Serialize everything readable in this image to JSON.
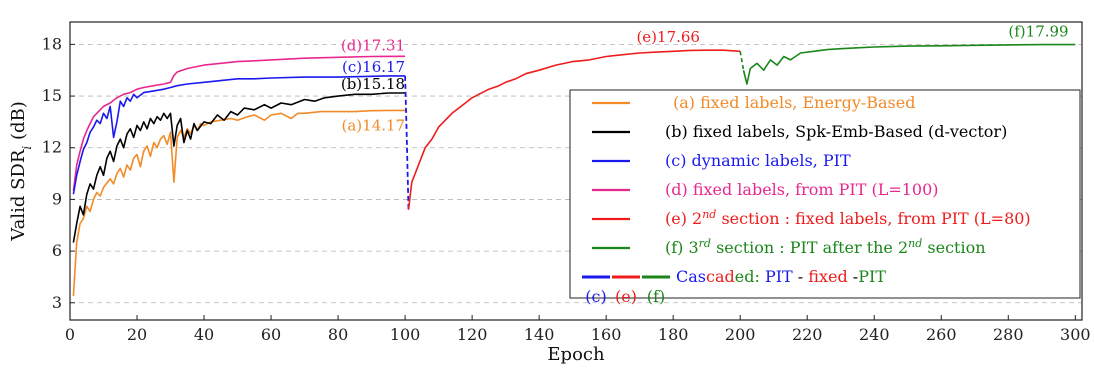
{
  "chart_data": {
    "type": "line",
    "xlabel": "Epoch",
    "ylabel": "Valid SDR",
    "ylabel_sub": "i",
    "ylabel_unit": "(dB)",
    "xlim": [
      0,
      302
    ],
    "ylim": [
      2,
      19.3
    ],
    "xticks": [
      0,
      20,
      40,
      60,
      80,
      100,
      120,
      140,
      160,
      180,
      200,
      220,
      240,
      260,
      280,
      300
    ],
    "yticks": [
      3,
      6,
      9,
      12,
      15,
      18
    ],
    "grid": "horizontal dashed",
    "legend_position": "lower-right",
    "colors": {
      "a": "#f28a28",
      "b": "#000000",
      "c": "#1a1aee",
      "d": "#e8288f",
      "e": "#ee1c1c",
      "f": "#1b861b"
    },
    "series": [
      {
        "key": "a",
        "legend": "(a) fixed labels, Energy-Based",
        "annotation": "(a)14.17",
        "points": [
          [
            1,
            3.4
          ],
          [
            2,
            6.5
          ],
          [
            3,
            7.6
          ],
          [
            4,
            7.9
          ],
          [
            5,
            8.6
          ],
          [
            6,
            8.3
          ],
          [
            7,
            9.0
          ],
          [
            8,
            9.4
          ],
          [
            9,
            9.2
          ],
          [
            10,
            9.7
          ],
          [
            12,
            10.2
          ],
          [
            13,
            9.9
          ],
          [
            14,
            10.5
          ],
          [
            15,
            10.8
          ],
          [
            16,
            10.3
          ],
          [
            17,
            11.0
          ],
          [
            18,
            10.7
          ],
          [
            19,
            11.4
          ],
          [
            20,
            11.6
          ],
          [
            21,
            10.9
          ],
          [
            22,
            11.8
          ],
          [
            23,
            12.1
          ],
          [
            24,
            11.5
          ],
          [
            25,
            12.3
          ],
          [
            26,
            12.0
          ],
          [
            27,
            12.5
          ],
          [
            28,
            12.7
          ],
          [
            29,
            12.2
          ],
          [
            30,
            12.9
          ],
          [
            31,
            10.0
          ],
          [
            32,
            12.6
          ],
          [
            33,
            13.0
          ],
          [
            34,
            12.6
          ],
          [
            35,
            13.1
          ],
          [
            36,
            12.8
          ],
          [
            37,
            13.3
          ],
          [
            38,
            13.0
          ],
          [
            39,
            13.4
          ],
          [
            40,
            13.3
          ],
          [
            42,
            13.5
          ],
          [
            45,
            13.6
          ],
          [
            48,
            13.7
          ],
          [
            50,
            13.6
          ],
          [
            53,
            13.8
          ],
          [
            55,
            13.9
          ],
          [
            58,
            13.6
          ],
          [
            60,
            13.9
          ],
          [
            63,
            14.0
          ],
          [
            66,
            13.7
          ],
          [
            68,
            14.0
          ],
          [
            70,
            14.0
          ],
          [
            75,
            14.1
          ],
          [
            80,
            14.1
          ],
          [
            85,
            14.1
          ],
          [
            90,
            14.15
          ],
          [
            95,
            14.17
          ],
          [
            100,
            14.17
          ]
        ]
      },
      {
        "key": "b",
        "legend": "(b) fixed labels, Spk-Emb-Based (d-vector)",
        "annotation": "(b)15.18",
        "points": [
          [
            1,
            6.5
          ],
          [
            2,
            7.6
          ],
          [
            3,
            8.6
          ],
          [
            4,
            8.1
          ],
          [
            5,
            9.3
          ],
          [
            6,
            9.9
          ],
          [
            7,
            9.6
          ],
          [
            8,
            10.4
          ],
          [
            9,
            10.9
          ],
          [
            10,
            10.4
          ],
          [
            11,
            11.4
          ],
          [
            12,
            11.8
          ],
          [
            13,
            11.2
          ],
          [
            14,
            12.1
          ],
          [
            15,
            12.5
          ],
          [
            16,
            12.0
          ],
          [
            17,
            12.8
          ],
          [
            18,
            13.1
          ],
          [
            19,
            12.6
          ],
          [
            20,
            13.3
          ],
          [
            21,
            13.0
          ],
          [
            22,
            13.5
          ],
          [
            23,
            13.1
          ],
          [
            24,
            13.7
          ],
          [
            25,
            13.4
          ],
          [
            26,
            13.8
          ],
          [
            27,
            13.6
          ],
          [
            28,
            14.0
          ],
          [
            29,
            13.7
          ],
          [
            30,
            14.0
          ],
          [
            31,
            12.1
          ],
          [
            32,
            13.3
          ],
          [
            33,
            13.7
          ],
          [
            34,
            12.3
          ],
          [
            35,
            13.0
          ],
          [
            36,
            12.5
          ],
          [
            37,
            13.4
          ],
          [
            38,
            13.0
          ],
          [
            40,
            13.5
          ],
          [
            42,
            13.4
          ],
          [
            44,
            13.9
          ],
          [
            46,
            13.6
          ],
          [
            48,
            14.1
          ],
          [
            50,
            13.9
          ],
          [
            52,
            14.3
          ],
          [
            55,
            14.2
          ],
          [
            58,
            14.5
          ],
          [
            60,
            14.3
          ],
          [
            63,
            14.6
          ],
          [
            66,
            14.5
          ],
          [
            70,
            14.8
          ],
          [
            73,
            14.7
          ],
          [
            76,
            14.9
          ],
          [
            80,
            15.0
          ],
          [
            85,
            15.1
          ],
          [
            90,
            15.1
          ],
          [
            95,
            15.18
          ],
          [
            100,
            15.18
          ]
        ]
      },
      {
        "key": "c",
        "legend": "(c) dynamic labels, PIT",
        "annotation": "(c)16.17",
        "points": [
          [
            1,
            9.3
          ],
          [
            2,
            10.4
          ],
          [
            3,
            11.2
          ],
          [
            4,
            11.9
          ],
          [
            5,
            12.3
          ],
          [
            6,
            12.9
          ],
          [
            7,
            13.2
          ],
          [
            8,
            13.6
          ],
          [
            9,
            13.4
          ],
          [
            10,
            14.0
          ],
          [
            11,
            13.7
          ],
          [
            12,
            14.4
          ],
          [
            13,
            12.6
          ],
          [
            14,
            13.5
          ],
          [
            15,
            14.7
          ],
          [
            16,
            14.4
          ],
          [
            17,
            14.9
          ],
          [
            18,
            14.7
          ],
          [
            19,
            15.1
          ],
          [
            20,
            14.9
          ],
          [
            22,
            15.2
          ],
          [
            25,
            15.3
          ],
          [
            28,
            15.4
          ],
          [
            30,
            15.5
          ],
          [
            32,
            15.6
          ],
          [
            35,
            15.7
          ],
          [
            40,
            15.8
          ],
          [
            45,
            15.9
          ],
          [
            50,
            16.0
          ],
          [
            55,
            16.0
          ],
          [
            60,
            16.05
          ],
          [
            70,
            16.1
          ],
          [
            80,
            16.1
          ],
          [
            90,
            16.15
          ],
          [
            95,
            16.17
          ],
          [
            100,
            16.17
          ],
          [
            100.5,
            12.5
          ],
          [
            101,
            8.4
          ]
        ]
      },
      {
        "key": "d",
        "legend": "(d) fixed labels, from PIT (L=100)",
        "annotation": "(d)17.31",
        "points": [
          [
            1,
            9.5
          ],
          [
            2,
            11.0
          ],
          [
            3,
            11.8
          ],
          [
            4,
            12.5
          ],
          [
            5,
            13.0
          ],
          [
            6,
            13.4
          ],
          [
            7,
            13.8
          ],
          [
            8,
            14.0
          ],
          [
            9,
            14.2
          ],
          [
            10,
            14.4
          ],
          [
            12,
            14.6
          ],
          [
            14,
            14.9
          ],
          [
            16,
            15.1
          ],
          [
            18,
            15.2
          ],
          [
            20,
            15.4
          ],
          [
            22,
            15.5
          ],
          [
            25,
            15.6
          ],
          [
            28,
            15.7
          ],
          [
            30,
            15.8
          ],
          [
            31,
            16.2
          ],
          [
            32,
            16.4
          ],
          [
            35,
            16.6
          ],
          [
            40,
            16.8
          ],
          [
            45,
            16.9
          ],
          [
            50,
            17.0
          ],
          [
            55,
            17.05
          ],
          [
            60,
            17.1
          ],
          [
            70,
            17.2
          ],
          [
            80,
            17.25
          ],
          [
            90,
            17.3
          ],
          [
            100,
            17.31
          ]
        ]
      },
      {
        "key": "e",
        "legend_prefix": "(e) 2",
        "legend_sup": "nd",
        "legend_suffix": " section : fixed labels, from PIT (L=80)",
        "annotation": "(e)17.66",
        "points": [
          [
            101,
            8.4
          ],
          [
            102,
            10.0
          ],
          [
            104,
            11.0
          ],
          [
            106,
            12.0
          ],
          [
            108,
            12.5
          ],
          [
            110,
            13.2
          ],
          [
            112,
            13.6
          ],
          [
            114,
            14.0
          ],
          [
            116,
            14.3
          ],
          [
            118,
            14.6
          ],
          [
            120,
            14.9
          ],
          [
            122,
            15.1
          ],
          [
            125,
            15.4
          ],
          [
            128,
            15.6
          ],
          [
            130,
            15.8
          ],
          [
            133,
            16.0
          ],
          [
            136,
            16.3
          ],
          [
            140,
            16.5
          ],
          [
            145,
            16.8
          ],
          [
            150,
            17.0
          ],
          [
            155,
            17.1
          ],
          [
            160,
            17.3
          ],
          [
            165,
            17.4
          ],
          [
            170,
            17.5
          ],
          [
            175,
            17.55
          ],
          [
            180,
            17.6
          ],
          [
            185,
            17.65
          ],
          [
            190,
            17.66
          ],
          [
            195,
            17.66
          ],
          [
            200,
            17.6
          ]
        ]
      },
      {
        "key": "f",
        "legend_prefix": "(f) 3",
        "legend_sup": "rd",
        "legend_suffix": " section : PIT after the 2",
        "legend_sup2": "nd",
        "legend_suffix2": " section",
        "annotation": "(f)17.99",
        "points": [
          [
            201,
            16.5
          ],
          [
            202,
            15.7
          ],
          [
            203,
            16.6
          ],
          [
            205,
            16.9
          ],
          [
            207,
            16.5
          ],
          [
            209,
            17.1
          ],
          [
            211,
            16.8
          ],
          [
            213,
            17.3
          ],
          [
            215,
            17.1
          ],
          [
            218,
            17.5
          ],
          [
            222,
            17.6
          ],
          [
            226,
            17.7
          ],
          [
            230,
            17.75
          ],
          [
            235,
            17.8
          ],
          [
            240,
            17.85
          ],
          [
            250,
            17.9
          ],
          [
            260,
            17.92
          ],
          [
            270,
            17.95
          ],
          [
            280,
            17.97
          ],
          [
            290,
            17.99
          ],
          [
            300,
            17.99
          ]
        ]
      }
    ],
    "cascade_legend": {
      "text_parts": [
        {
          "t": "Cas",
          "c": "c"
        },
        {
          "t": "cad",
          "c": "e"
        },
        {
          "t": "ed: ",
          "c": "f"
        },
        {
          "t": "PIT",
          "c": "c"
        },
        {
          "t": " - ",
          "c": "b"
        },
        {
          "t": "fixed",
          "c": "e"
        },
        {
          "t": " -",
          "c": "b"
        },
        {
          "t": "PIT",
          "c": "f"
        }
      ],
      "sub_labels": [
        "(c)",
        "(e)",
        "(f)"
      ]
    }
  }
}
